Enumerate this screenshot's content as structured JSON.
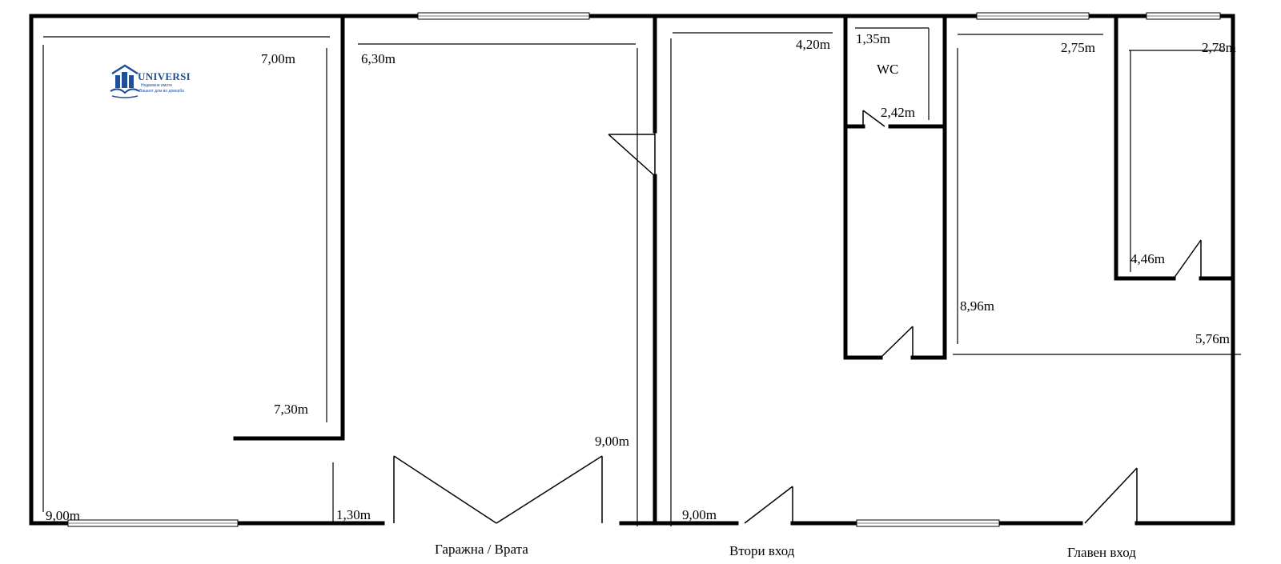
{
  "logo": {
    "brand": "UNIVERSI",
    "tagline_1": "Недвижни имоти",
    "tagline_2": "Вашиот дом во доверба",
    "color": "#1f4e9a"
  },
  "dimensions": {
    "room1_width": "7,00m",
    "room1_inner": "7,30m",
    "room1_height": "9,00m",
    "garage_width": "6,30m",
    "garage_height": "9,00m",
    "garage_gap": "1,30m",
    "hall_width": "4,20m",
    "hall_height": "9,00m",
    "wc_width": "1,35m",
    "wc_depth": "2,42m",
    "room4_width": "2,75m",
    "room4_height": "8,96m",
    "room4_inner": "5,76m",
    "room5_width": "2,78m",
    "room5_height": "4,46m"
  },
  "rooms": {
    "wc": "WC"
  },
  "captions": {
    "garage_door": "Гаражна / Врата",
    "second_entrance": "Втори вход",
    "main_entrance": "Главен вход"
  }
}
